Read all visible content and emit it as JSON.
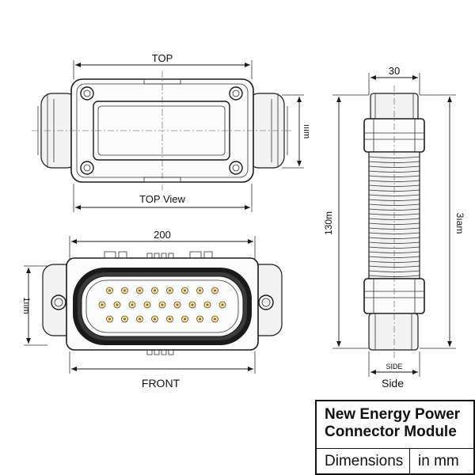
{
  "views": {
    "top": {
      "label_above": "TOP",
      "caption": "TOP View",
      "height_label": "ııım"
    },
    "front": {
      "width_label": "200",
      "caption": "FRONT",
      "height_label": "1ıım"
    },
    "side": {
      "width_label": "30",
      "caption": "Side",
      "caption_small": "SIDE",
      "height_left": "130m",
      "height_right": "3ıam"
    }
  },
  "title_block": {
    "title_line1": "New Energy Power",
    "title_line2": "Connector Module",
    "dimensions_label": "Dimensions",
    "unit_label": "in mm"
  },
  "connector": {
    "pin_rows": [
      8,
      9,
      8
    ],
    "pin_color": "#f6e4b0",
    "seal_color": "#1a1a1a"
  }
}
